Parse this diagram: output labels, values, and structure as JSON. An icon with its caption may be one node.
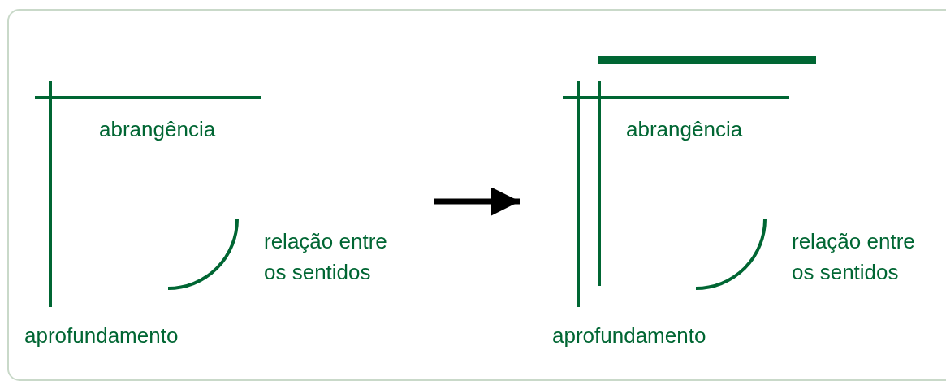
{
  "diagram": {
    "nodes": [
      {
        "text": [
          "abrangência",
          "relação entre os sentidos",
          "aprofundamento"
        ]
      },
      {
        "text": [
          "abrangência",
          "relação entre os sentidos",
          "aprofundamento"
        ]
      }
    ],
    "edges": [
      {
        "from": 0,
        "to": 1,
        "arrow": "to"
      }
    ]
  }
}
